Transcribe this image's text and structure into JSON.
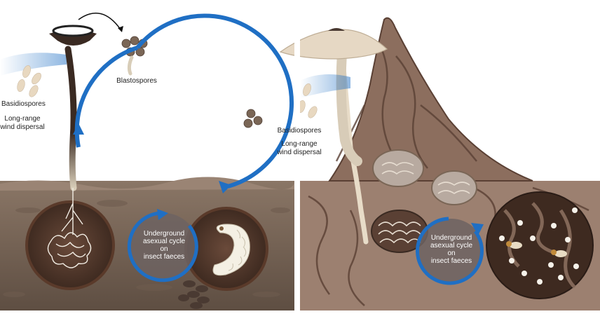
{
  "left_panel": {
    "basidiospores": "Basidiospores",
    "wind_line1": "Long-range",
    "wind_line2": "wind dispersal",
    "blastospores": "Blastospores",
    "cycle_line1": "Underground",
    "cycle_line2": "asexual cycle",
    "cycle_line3": "on",
    "cycle_line4": "insect faeces"
  },
  "right_panel": {
    "basidiospores": "Basidiospores",
    "wind_line1": "Long-range",
    "wind_line2": "wind dispersal",
    "cycle_line1": "Underground",
    "cycle_line2": "asexual cycle",
    "cycle_line3": "on",
    "cycle_line4": "insect faeces"
  },
  "colors": {
    "cycle_arrow": "#1f6fc4",
    "soil": "#7a6656",
    "mound": "#9c8070",
    "mushroom_cap": "#e6d8c4",
    "fungus_stem": "#3a2a22"
  }
}
